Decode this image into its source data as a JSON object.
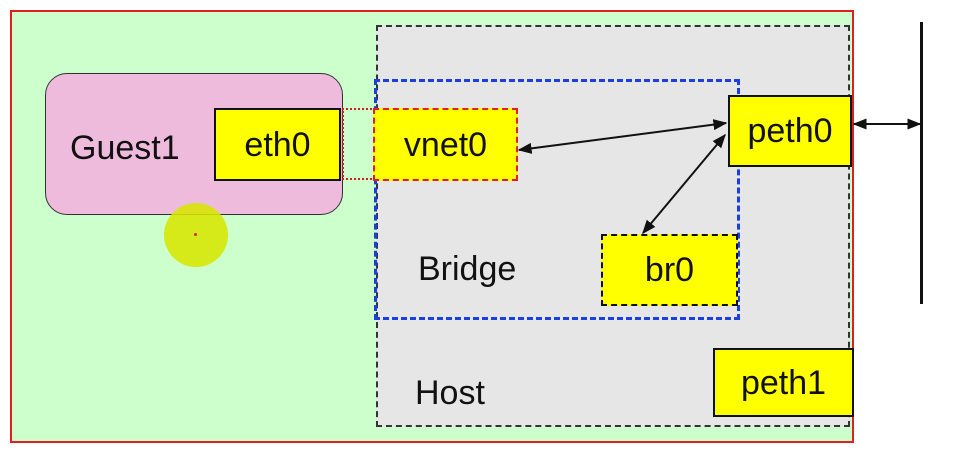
{
  "diagram": {
    "guest_label": "Guest1",
    "bridge_label": "Bridge",
    "host_label": "Host",
    "interfaces": {
      "guest_eth0": "eth0",
      "vnet0": "vnet0",
      "br0": "br0",
      "peth0": "peth0",
      "peth1": "peth1"
    },
    "colors": {
      "background": "#ccffcc",
      "outer_border": "#e02020",
      "host_fill": "#e6e6e6",
      "bridge_border": "#1c3fe0",
      "guest_fill": "#eebbdd",
      "interface_fill": "#ffff00"
    }
  }
}
